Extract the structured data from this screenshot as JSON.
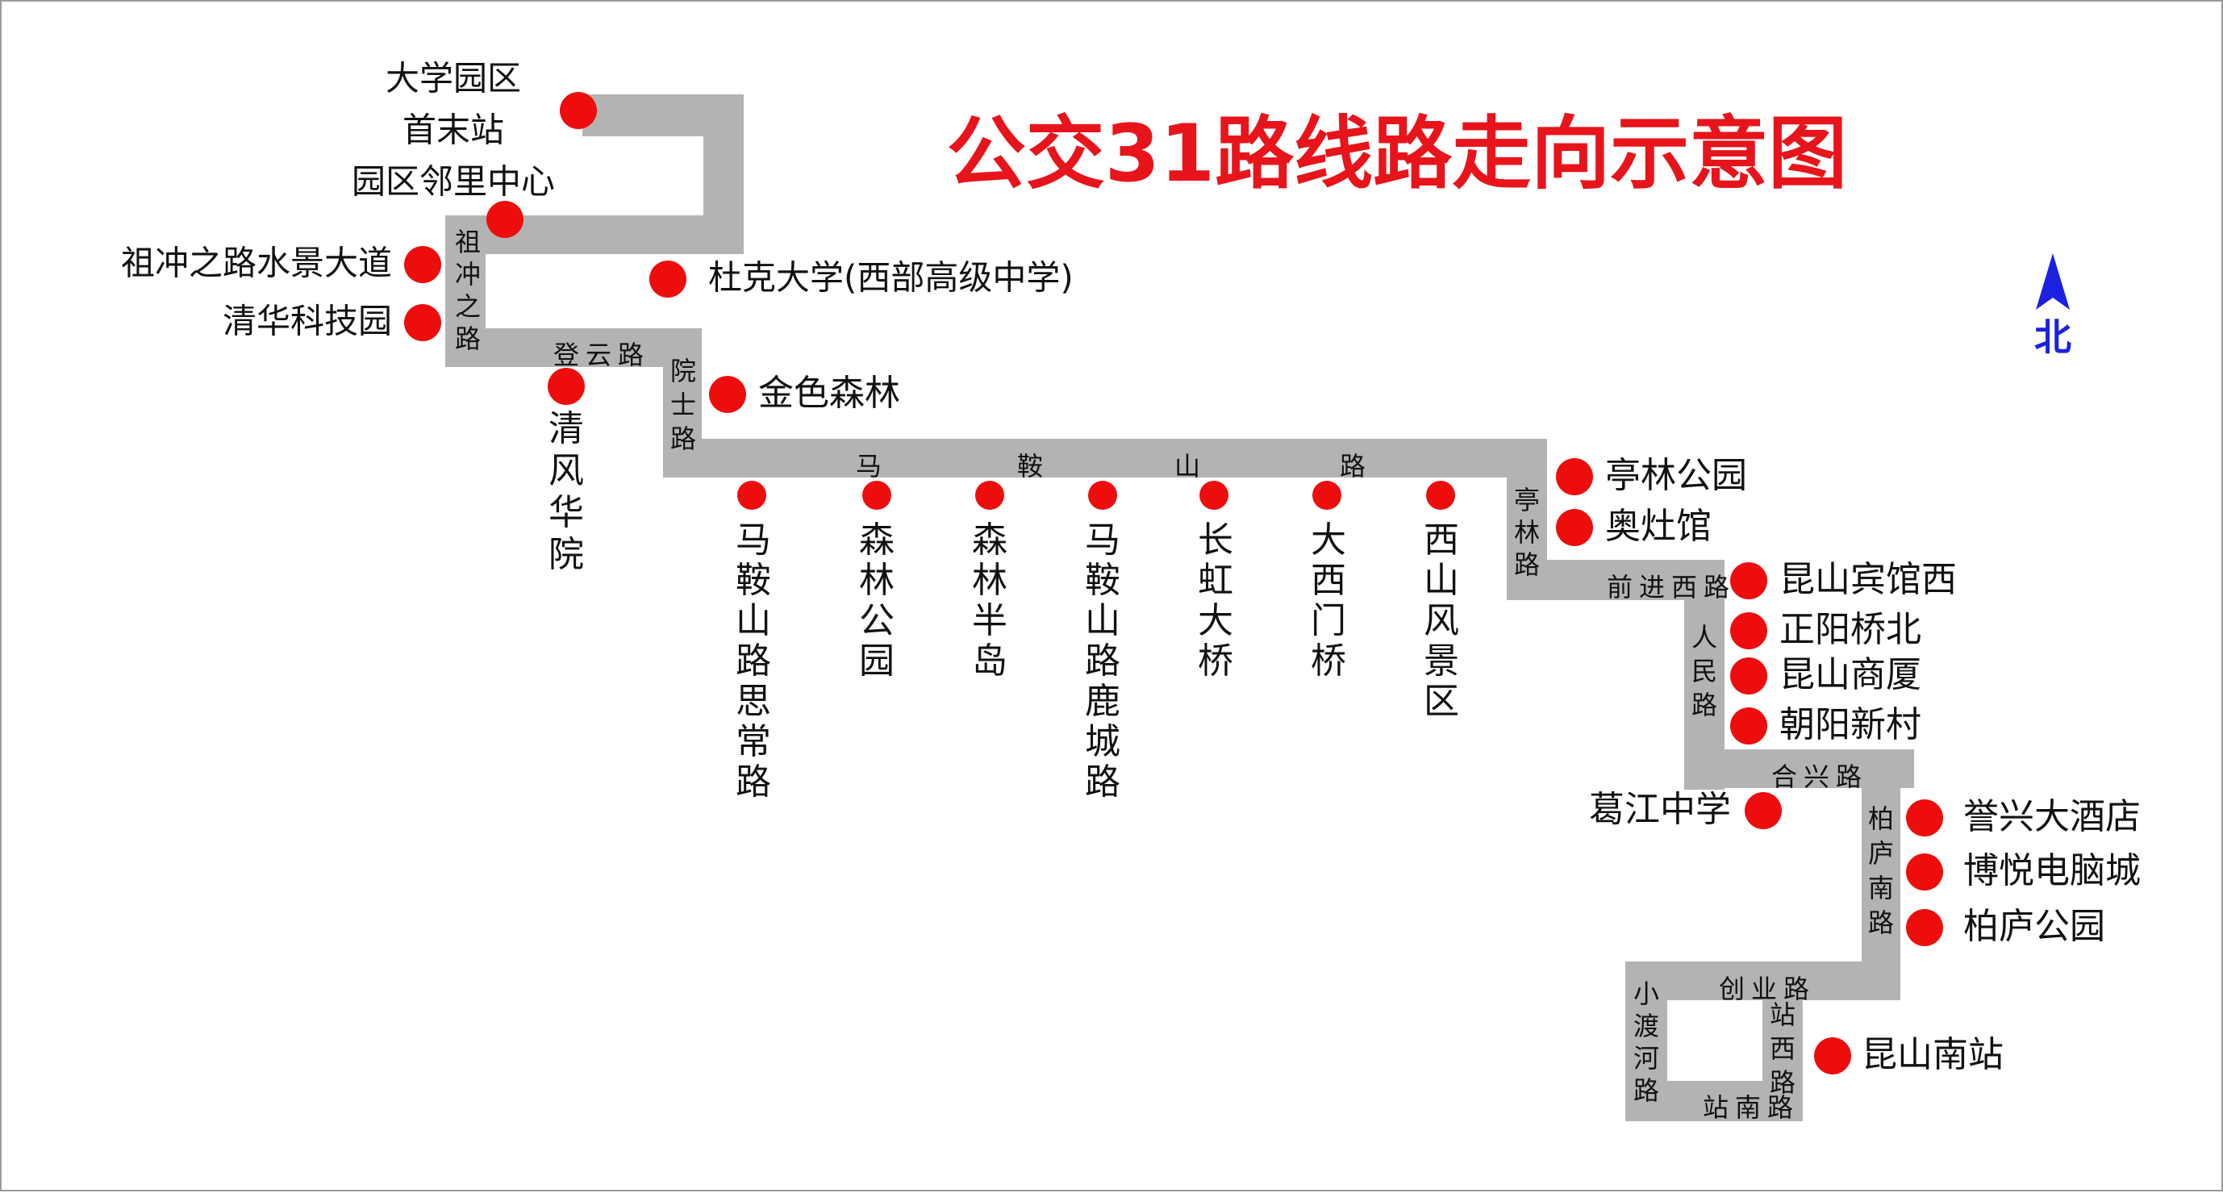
{
  "title": "公交31路线路走向示意图",
  "north_label": "北",
  "colors": {
    "title": "#e8141b",
    "stop": "#ee0d0d",
    "road": "#b3b3b3",
    "north": "#1a22e0",
    "text": "#111111",
    "frame": "#9a9a9a"
  },
  "roads": [
    {
      "id": "zuchongzhi",
      "name": "祖冲之路"
    },
    {
      "id": "dengyun",
      "name": "登云路"
    },
    {
      "id": "yuanshi",
      "name": "院士路"
    },
    {
      "id": "maanshan",
      "name": "马鞍山路"
    },
    {
      "id": "tinglin",
      "name": "亭林路"
    },
    {
      "id": "qianjinxi",
      "name": "前进西路"
    },
    {
      "id": "renmin",
      "name": "人民路"
    },
    {
      "id": "hexing",
      "name": "合兴路"
    },
    {
      "id": "bailunan",
      "name": "柏庐南路"
    },
    {
      "id": "chuangye",
      "name": "创业路"
    },
    {
      "id": "xiaoduhe",
      "name": "小渡河路"
    },
    {
      "id": "zhanxi",
      "name": "站西路"
    },
    {
      "id": "zhannan",
      "name": "站南路"
    }
  ],
  "stops": [
    {
      "id": "daxueyuanqu",
      "name": "大学园区首末站",
      "lines": [
        "大学园区",
        "首末站"
      ]
    },
    {
      "id": "yuanqulinli",
      "name": "园区邻里中心"
    },
    {
      "id": "zuchongzhi-shuijing",
      "name": "祖冲之路水景大道"
    },
    {
      "id": "qinghuakeji",
      "name": "清华科技园"
    },
    {
      "id": "duke",
      "name": "杜克大学(西部高级中学)"
    },
    {
      "id": "qingfeng",
      "name": "清风华院"
    },
    {
      "id": "jinse",
      "name": "金色森林"
    },
    {
      "id": "maan-sichang",
      "name": "马鞍山路思常路"
    },
    {
      "id": "senlingongyuan",
      "name": "森林公园"
    },
    {
      "id": "senlinbandao",
      "name": "森林半岛"
    },
    {
      "id": "maan-lucheng",
      "name": "马鞍山路鹿城路"
    },
    {
      "id": "changhong",
      "name": "长虹大桥"
    },
    {
      "id": "daximen",
      "name": "大西门桥"
    },
    {
      "id": "xishan",
      "name": "西山风景区"
    },
    {
      "id": "tinglingongyuan",
      "name": "亭林公园"
    },
    {
      "id": "aozaoguan",
      "name": "奥灶馆"
    },
    {
      "id": "kunshanbinguan",
      "name": "昆山宾馆西"
    },
    {
      "id": "zhengyang",
      "name": "正阳桥北"
    },
    {
      "id": "kunshanshangsha",
      "name": "昆山商厦"
    },
    {
      "id": "chaoyang",
      "name": "朝阳新村"
    },
    {
      "id": "gejiang",
      "name": "葛江中学"
    },
    {
      "id": "yuxing",
      "name": "誉兴大酒店"
    },
    {
      "id": "boyue",
      "name": "博悦电脑城"
    },
    {
      "id": "bailugongyuan",
      "name": "柏庐公园"
    },
    {
      "id": "kunshannan",
      "name": "昆山南站"
    }
  ]
}
